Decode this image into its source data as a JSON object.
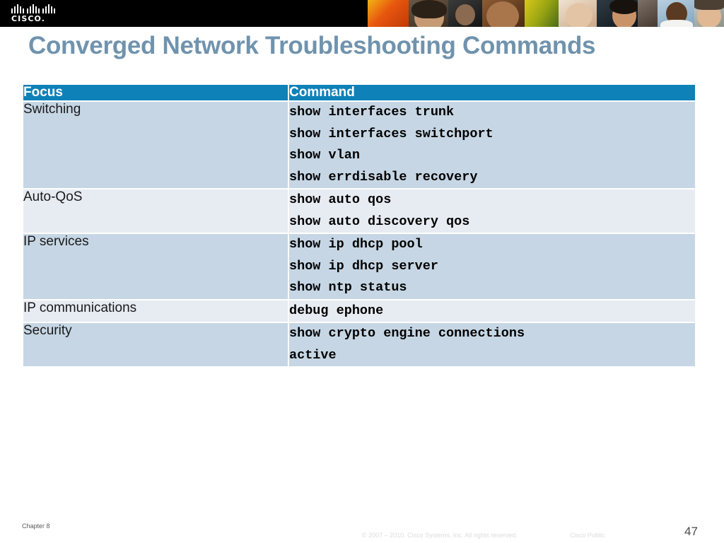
{
  "branding": {
    "logo_name": "cisco-logo",
    "wordmark": "CISCO.",
    "banner_color": "#000000"
  },
  "title": "Converged Network Troubleshooting Commands",
  "colors": {
    "title": "#7093ad",
    "header_blue": "#0e81b8",
    "row_dark": "#c6d6e4",
    "row_light": "#e7ebf2"
  },
  "table": {
    "headers": [
      "Focus",
      "Command"
    ],
    "rows": [
      {
        "focus": "Switching",
        "commands": "show interfaces trunk\nshow interfaces switchport\nshow vlan\nshow errdisable recovery"
      },
      {
        "focus": "Auto-QoS",
        "commands": "show auto qos\nshow auto discovery qos"
      },
      {
        "focus": "IP services",
        "commands": "show ip dhcp pool\nshow ip dhcp server\nshow ntp status"
      },
      {
        "focus": "IP communications",
        "commands": "debug ephone"
      },
      {
        "focus": "Security",
        "commands": "show crypto engine connections\nactive"
      }
    ]
  },
  "footer": {
    "chapter": "Chapter 8",
    "copyright": "© 2007 – 2010. Cisco Systems, Inc. All rights reserved.",
    "classification": "Cisco Public",
    "page_number": "47"
  }
}
